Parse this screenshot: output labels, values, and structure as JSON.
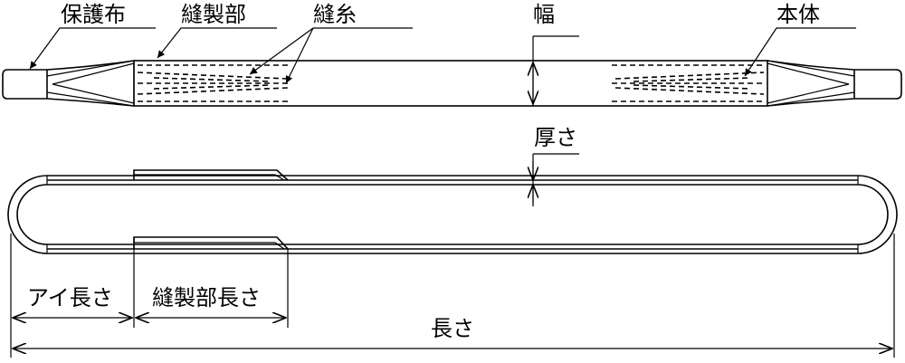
{
  "labels": {
    "protector": "保護布",
    "sewn_part": "縫製部",
    "thread": "縫糸",
    "width": "幅",
    "body": "本体",
    "thickness": "厚さ"
  },
  "dimensions": {
    "eye_length": "アイ長さ",
    "sewn_length": "縫製部長さ",
    "length": "長さ"
  }
}
